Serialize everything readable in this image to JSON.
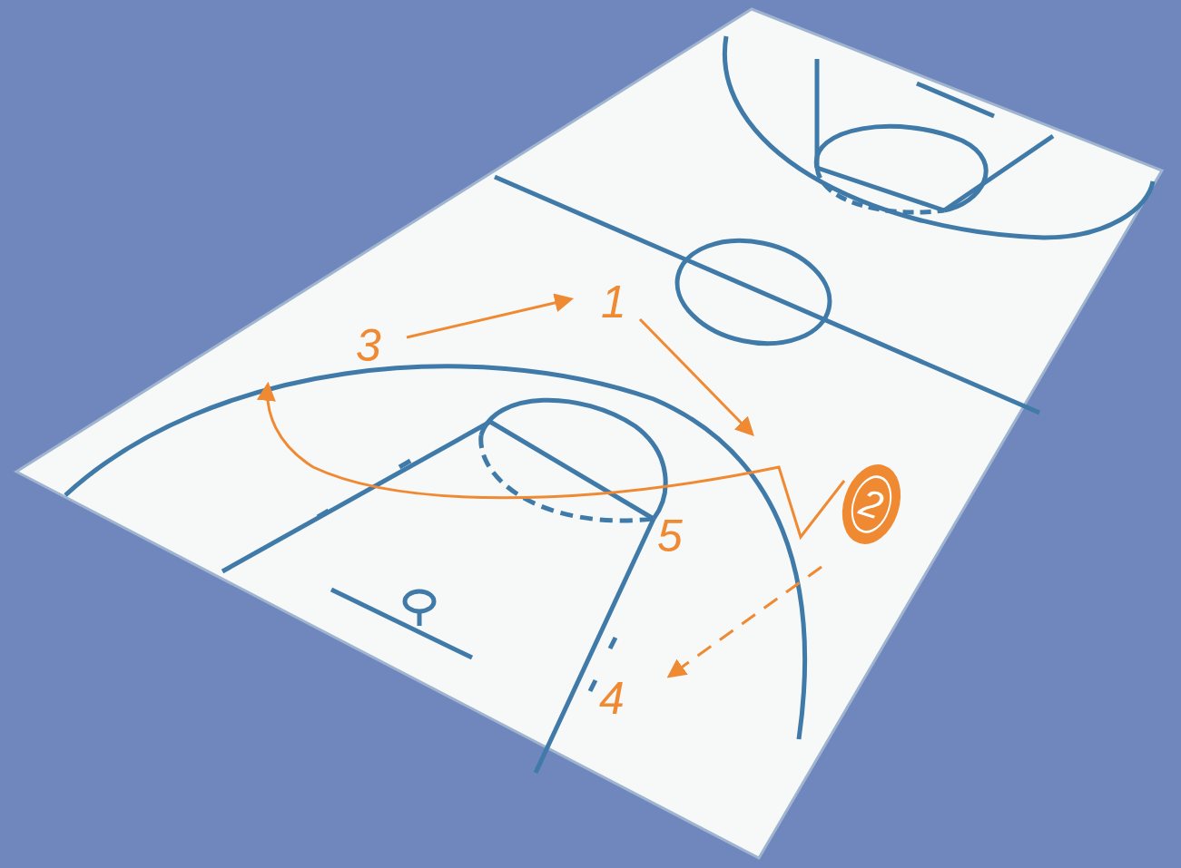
{
  "diagram": {
    "nodes": [
      {
        "text": [
          "2"
        ]
      }
    ],
    "labels": [
      "3",
      "1",
      "5",
      "4"
    ]
  }
}
